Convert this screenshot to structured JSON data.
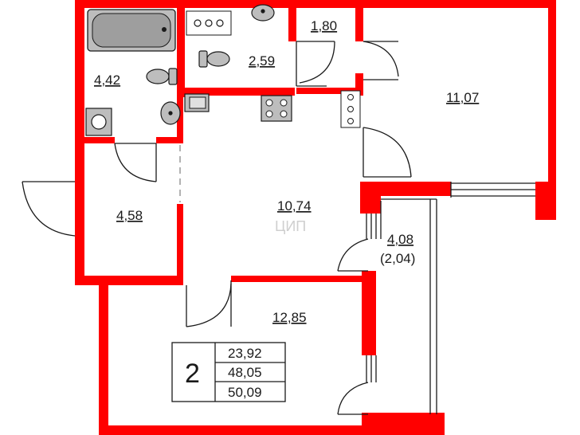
{
  "rooms": {
    "bathroom": "4,42",
    "wc": "2,59",
    "closet": "1,80",
    "bedroom_right": "11,07",
    "hall": "4,58",
    "kitchen_living": "10,74",
    "loggia_area": "4,08",
    "loggia_reduced": "(2,04)",
    "bedroom_bottom": "12,85"
  },
  "legend": {
    "room_count": "2",
    "living_area": "23,92",
    "total_area": "48,05",
    "total_with_loggia": "50,09"
  },
  "watermark": "ЦИП",
  "colors": {
    "wall": "#ff0000",
    "line": "#1a1a1a",
    "fixture_fill": "#bdbdbd"
  }
}
